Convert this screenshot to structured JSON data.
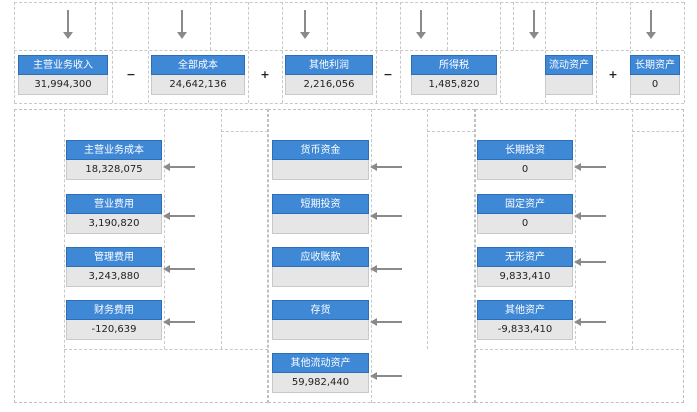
{
  "top_row": [
    {
      "label": "主营业务收入",
      "value": "31,994,300"
    },
    {
      "label": "全部成本",
      "value": "24,642,136"
    },
    {
      "label": "其他利润",
      "value": "2,216,056"
    },
    {
      "label": "所得税",
      "value": "1,485,820"
    },
    {
      "label": "流动资产",
      "value": ""
    },
    {
      "label": "长期资产",
      "value": "0"
    }
  ],
  "operators": [
    "−",
    "+",
    "−",
    "+"
  ],
  "cost_breakdown": [
    {
      "label": "主营业务成本",
      "value": "18,328,075"
    },
    {
      "label": "营业费用",
      "value": "3,190,820"
    },
    {
      "label": "管理费用",
      "value": "3,243,880"
    },
    {
      "label": "财务费用",
      "value": "-120,639"
    }
  ],
  "current_assets": [
    {
      "label": "货币资金",
      "value": ""
    },
    {
      "label": "短期投资",
      "value": ""
    },
    {
      "label": "应收账款",
      "value": ""
    },
    {
      "label": "存货",
      "value": ""
    },
    {
      "label": "其他流动资产",
      "value": "59,982,440"
    }
  ],
  "long_term_assets": [
    {
      "label": "长期投资",
      "value": "0"
    },
    {
      "label": "固定资产",
      "value": "0"
    },
    {
      "label": "无形资产",
      "value": "9,833,410"
    },
    {
      "label": "其他资产",
      "value": "-9,833,410"
    }
  ]
}
